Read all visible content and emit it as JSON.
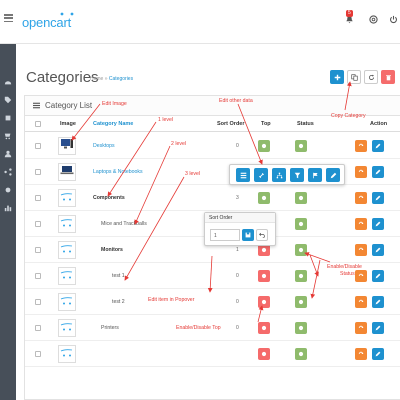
{
  "header": {
    "logo": "opencart",
    "notification_count": "5"
  },
  "sidebar": {
    "items": [
      "dashboard-icon",
      "tag-icon",
      "puzzle-icon",
      "cart-icon",
      "user-icon",
      "share-icon",
      "gear-icon",
      "chart-icon"
    ]
  },
  "page": {
    "title": "Categories",
    "breadcrumb_home": "Home",
    "breadcrumb_sep": "»",
    "breadcrumb_current": "Categories"
  },
  "panel": {
    "title": "Category List"
  },
  "table": {
    "headers": {
      "image": "Image",
      "name": "Category Name",
      "sort_order": "Sort Order",
      "top": "Top",
      "status": "Status",
      "action": "Action"
    },
    "rows": [
      {
        "name": "Desktops",
        "sort": "0",
        "style": "link",
        "indent": 0,
        "top": "on",
        "thumb": "desktop"
      },
      {
        "name": "Laptops & Notebooks",
        "sort": "",
        "style": "link",
        "indent": 0,
        "top": "on",
        "thumb": "laptop"
      },
      {
        "name": "Components",
        "sort": "3",
        "style": "bold",
        "indent": 0,
        "top": "on",
        "thumb": "cart"
      },
      {
        "name": "Mice and Trackballs",
        "sort": "",
        "style": "plain",
        "indent": 1,
        "top": "on",
        "thumb": "cart"
      },
      {
        "name": "Monitors",
        "sort": "1",
        "style": "bold",
        "indent": 1,
        "top": "off",
        "thumb": "cart"
      },
      {
        "name": "test 1",
        "sort": "0",
        "style": "plain",
        "indent": 2,
        "top": "off",
        "thumb": "cart"
      },
      {
        "name": "test 2",
        "sort": "0",
        "style": "plain",
        "indent": 2,
        "top": "off",
        "thumb": "cart"
      },
      {
        "name": "Printers",
        "sort": "0",
        "style": "plain",
        "indent": 1,
        "top": "off",
        "thumb": "cart"
      },
      {
        "name": "",
        "sort": "",
        "style": "plain",
        "indent": 0,
        "top": "off",
        "thumb": "cart"
      }
    ]
  },
  "sort_popover": {
    "title": "Sort Order",
    "value": "1"
  },
  "annotations": {
    "edit_image": "Edit Image",
    "edit_other": "Edit other data",
    "copy_category": "Copy Category",
    "level1": "1 level",
    "level2": "2 level",
    "level3": "3 level",
    "edit_popover": "Edit item in Popover",
    "enable_top": "Enable/Disable Top",
    "enable_status_1": "Enable/Disable",
    "enable_status_2": "Status"
  },
  "colors": {
    "primary": "#1e91cf",
    "success": "#8fbb6c",
    "danger": "#f56b6b",
    "warning": "#f38733",
    "sidebar": "#474f59",
    "annotation": "#e53935"
  }
}
